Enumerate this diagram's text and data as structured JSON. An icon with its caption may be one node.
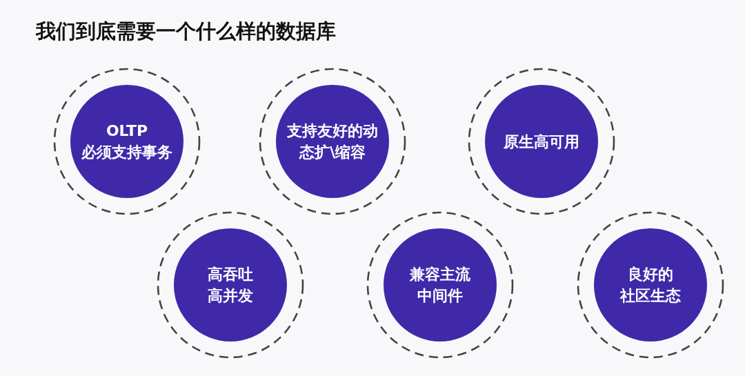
{
  "diagram": {
    "title": "我们到底需要一个什么样的数据库",
    "nodes": [
      {
        "text": [
          "OLTP 必须支持事务"
        ]
      },
      {
        "text": [
          "支持友好的动态扩\\缩容"
        ]
      },
      {
        "text": [
          "原生高可用"
        ]
      },
      {
        "text": [
          "高吞吐高并发"
        ]
      },
      {
        "text": [
          "兼容主流中间件"
        ]
      },
      {
        "text": [
          "良好的社区生态"
        ]
      }
    ]
  }
}
